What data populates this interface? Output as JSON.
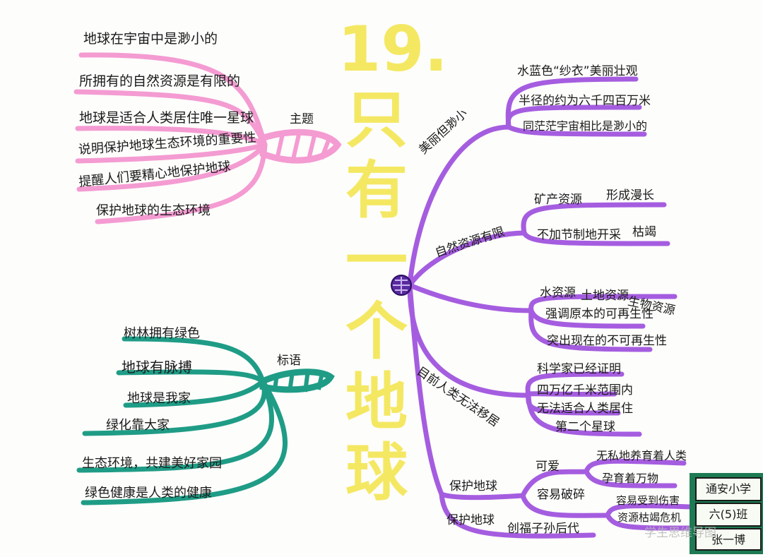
{
  "title": {
    "chars": [
      "19.",
      "只",
      "有",
      "一",
      "个",
      "地",
      "球"
    ]
  },
  "center_node": {
    "color": "#5a2aa0"
  },
  "branches": {
    "theme": {
      "label": "主题",
      "color": "#f49bd2",
      "items": [
        "地球在宇宙中是渺小的",
        "所拥有的自然资源是有限的",
        "地球是适合人类居住唯一星球",
        "说明保护地球生态环境的重要性",
        "提醒人们要精心地保护地球",
        "保护地球的生态环境"
      ]
    },
    "slogans": {
      "label": "标语",
      "color": "#1f9c86",
      "items": [
        "树林拥有绿色",
        "地球有脉搏",
        "地球是我家",
        "绿化靠大家",
        "生态环境，共建美好家园",
        "绿色健康是人类的健康"
      ]
    },
    "beautiful_small": {
      "label": "美丽但渺小",
      "color": "#a55de0",
      "items": [
        "水蓝色“纱衣”美丽壮观",
        "半径的约为六千四百万米",
        "同茫茫宇宙相比是渺小的"
      ]
    },
    "limited_resources": {
      "label": "自然资源有限",
      "color": "#a55de0",
      "items": [
        "矿产资源",
        "形成漫长",
        "不加节制地开采",
        "枯竭"
      ]
    },
    "water_land_bio": {
      "items": [
        "水资源",
        "土地资源",
        "生物资源",
        "强调原本的可再生性",
        "突出现在的不可再生性"
      ]
    },
    "cannot_migrate": {
      "label": "目前人类无法移居",
      "color": "#a55de0",
      "items": [
        "科学家已经证明",
        "四万亿千米范围内",
        "无法适合人类居住",
        "第二个星球"
      ]
    },
    "protect_earth": {
      "label": "保护地球",
      "color": "#a55de0",
      "items": [
        "可爱",
        "无私地养育着人类",
        "孕育着万物",
        "容易破碎",
        "容易受到伤害",
        "资源枯竭危机"
      ]
    },
    "protect_earth_2": {
      "label": "保护地球",
      "item": "创福子孙后代"
    }
  },
  "credits": {
    "school": "通安小学",
    "class": "六(5)班",
    "name": "张一博"
  },
  "watermark": "学生思维导图"
}
